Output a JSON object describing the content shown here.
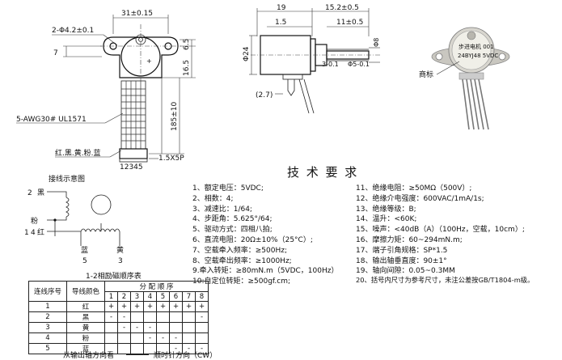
{
  "front_view": {
    "dim_width": "31±0.15",
    "dim_hole": "2-Φ4.2±0.1",
    "dim_7": "7",
    "dim_6_5": "6.5",
    "dim_16_5": "16.5",
    "dim_185": "185±10",
    "wire_spec": "5-AWG30# UL1571",
    "colors": "红.黑.黄.粉.蓝",
    "connector": "1.5X5P",
    "pins": "12345"
  },
  "side_view": {
    "dim_19": "19",
    "dim_1_5": "1.5",
    "dim_15_2": "15.2±0.5",
    "dim_11": "11±0.5",
    "dim_phi24": "Φ24",
    "dim_3": "3-0.1",
    "dim_phi5": "Φ5-0.1",
    "dim_phi8": "Φ8",
    "dim_2_7": "(2.7)"
  },
  "photo": {
    "label_line1": "步进电机 001",
    "label_line2": "24BYJ48  5VDC",
    "brand_label": "商标"
  },
  "title": "技 术 要 求",
  "specs_left": [
    "1、额定电压：5VDC;",
    "2、相数：4;",
    "3、减速比：1/64;",
    "4、步距角：5.625°/64;",
    "5、驱动方式：四相八拍;",
    "6、直流电阻：20Ω±10%（25°C）;",
    "7、空载牵入频率：≥500Hz;",
    "8、空载牵出频率：≥1000Hz;",
    "9.牵入转矩：≥80mN.m（5VDC，100Hz）",
    "10:自定位转矩：≥500gf.cm;"
  ],
  "specs_right": [
    "11、绝缘电阻：≥50MΩ（500V）;",
    "12、绝缘介电强度：600VAC/1mA/1s;",
    "13、绝缘等级：B;",
    "14、温升：<60K;",
    "15、噪声：<40dB（A）（100Hz，空载，10cm）;",
    "16、摩擦力矩：60~294mN.m;",
    "17、端子引角规格：SP*1.5",
    "18、输出轴垂直度：90±1°",
    "19、轴向间隙：0.05~0.3MM",
    "20、括号内尺寸为参考尺寸，未注公差按GB/T1804-m级。"
  ],
  "wiring": {
    "title": "接线示意图",
    "black_label": "黑",
    "black_num": "2",
    "pink_label": "粉",
    "pink_num": "4",
    "red_label": "红",
    "red_num": "1",
    "blue_label": "蓝",
    "blue_num": "5",
    "yellow_label": "黄",
    "yellow_num": "3"
  },
  "table": {
    "caption": "1-2相励磁顺序表",
    "col_seq": "连线序号",
    "col_color": "导线颜色",
    "col_dist": "分 配 顺 序",
    "steps": [
      "1",
      "2",
      "3",
      "4",
      "5",
      "6",
      "7",
      "8"
    ],
    "rows": [
      {
        "num": "1",
        "color": "红",
        "cells": [
          "+",
          "+",
          "+",
          "+",
          "+",
          "+",
          "+",
          "+"
        ]
      },
      {
        "num": "2",
        "color": "黑",
        "cells": [
          "-",
          "-",
          "",
          "",
          "",
          "",
          "",
          "-"
        ]
      },
      {
        "num": "3",
        "color": "黄",
        "cells": [
          "",
          "-",
          "-",
          "-",
          "",
          "",
          "",
          ""
        ]
      },
      {
        "num": "4",
        "color": "粉",
        "cells": [
          "",
          "",
          "",
          "-",
          "-",
          "-",
          "",
          ""
        ]
      },
      {
        "num": "5",
        "color": "蓝",
        "cells": [
          "",
          "",
          "",
          "",
          "",
          "-",
          "-",
          "-"
        ]
      }
    ],
    "footer_left": "从输出轴方向看",
    "footer_right": "顺时针方向（CW）"
  }
}
